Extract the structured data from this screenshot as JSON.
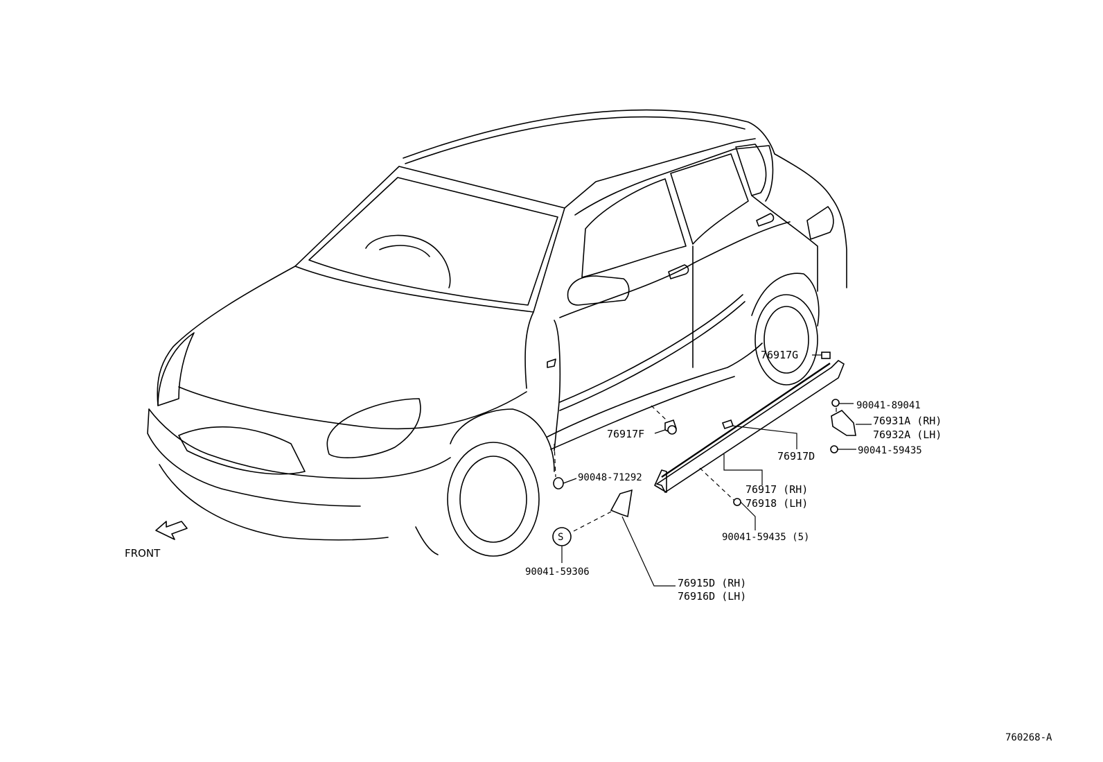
{
  "diagram": {
    "front_label": "FRONT",
    "drawing_number": "760268-A",
    "screw_symbol": "S",
    "labels": {
      "p76917G": "76917G",
      "p90041_89041": "90041-89041",
      "p76931A": "76931A (RH)",
      "p76932A": "76932A (LH)",
      "p90041_59435_a": "90041-59435",
      "p76917F": "76917F",
      "p76917D": "76917D",
      "p90048_71292": "90048-71292",
      "p76917": "76917 (RH)",
      "p76918": "76918 (LH)",
      "p90041_59435_5": "90041-59435 (5)",
      "p90041_59306": "90041-59306",
      "p76915D": "76915D (RH)",
      "p76916D": "76916D (LH)"
    }
  }
}
